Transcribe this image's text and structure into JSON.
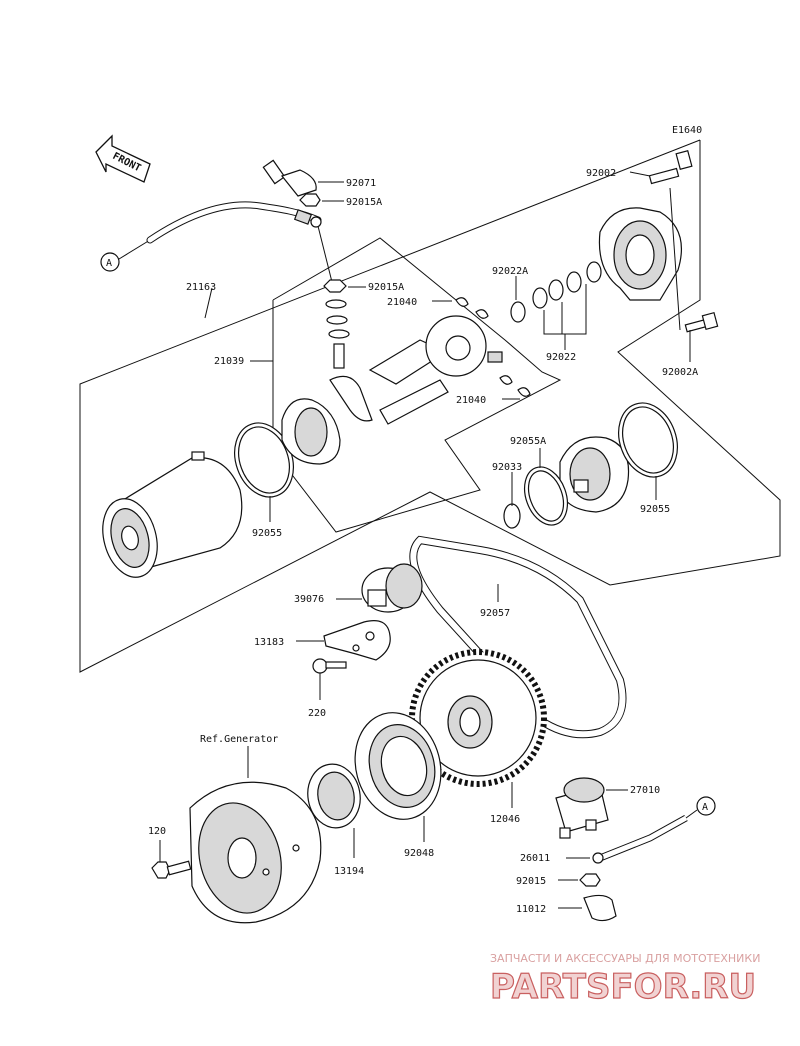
{
  "diagram_id": "E1640",
  "front_label": "FRONT",
  "ref_note": "Ref.Generator",
  "connector_label": "A",
  "parts": {
    "p92071": "92071",
    "p92015A_top": "92015A",
    "p92015A_mid": "92015A",
    "p21163": "21163",
    "p21039": "21039",
    "p21040_top": "21040",
    "p21040_bottom": "21040",
    "p92002": "92002",
    "p92002A": "92002A",
    "p92022A": "92022A",
    "p92022": "92022",
    "p92055_left": "92055",
    "p92055A": "92055A",
    "p92033": "92033",
    "p92055_right": "92055",
    "p39076": "39076",
    "p92057": "92057",
    "p13183": "13183",
    "p220": "220",
    "p120": "120",
    "p13194": "13194",
    "p92048": "92048",
    "p12046": "12046",
    "p27010": "27010",
    "p26011": "26011",
    "p92015": "92015",
    "p11012": "11012"
  },
  "watermark": {
    "tagline": "ЗАПЧАСТИ И АКСЕССУАРЫ ДЛЯ МОТОТЕХНИКИ",
    "brand": "PARTSFOR.RU"
  }
}
